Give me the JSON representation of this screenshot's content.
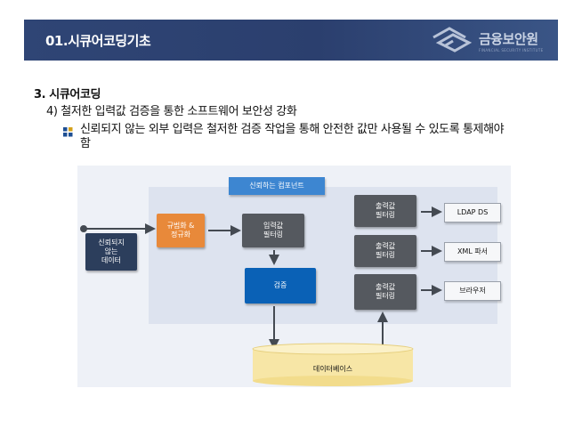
{
  "header": {
    "title": "01.시큐어코딩기초",
    "logo_text": "금융보안원",
    "logo_subtext": "FINANCIAL SECURITY INSTITUTE"
  },
  "content": {
    "section_title": "3. 시큐어코딩",
    "subsection_title": "4) 철저한 입력값 검증을 통한 소프트웨어 보안성 강화",
    "bullet_text": "신뢰되지 않는 외부 입력은 철저한 검증 작업을 통해 안전한 값만 사용될 수 있도록 통제해야 함"
  },
  "diagram": {
    "trust_zone_label": "신뢰하는 컴포넌트",
    "untrusted_input": "신뢰되지\n않는\n데이터",
    "normalize": "규범화 &\n정규화",
    "input_filter": "입력값\n필터링",
    "validate": "검증",
    "output_filter": "출력값\n필터링",
    "database": "데이터베이스",
    "outputs": [
      "LDAP DS",
      "XML 파서",
      "브라우저"
    ]
  },
  "colors": {
    "header_bg": "#2b3f6e",
    "accent_blue": "#0a61b6",
    "orange": "#e8893a",
    "zone_label": "#3d86d1"
  }
}
